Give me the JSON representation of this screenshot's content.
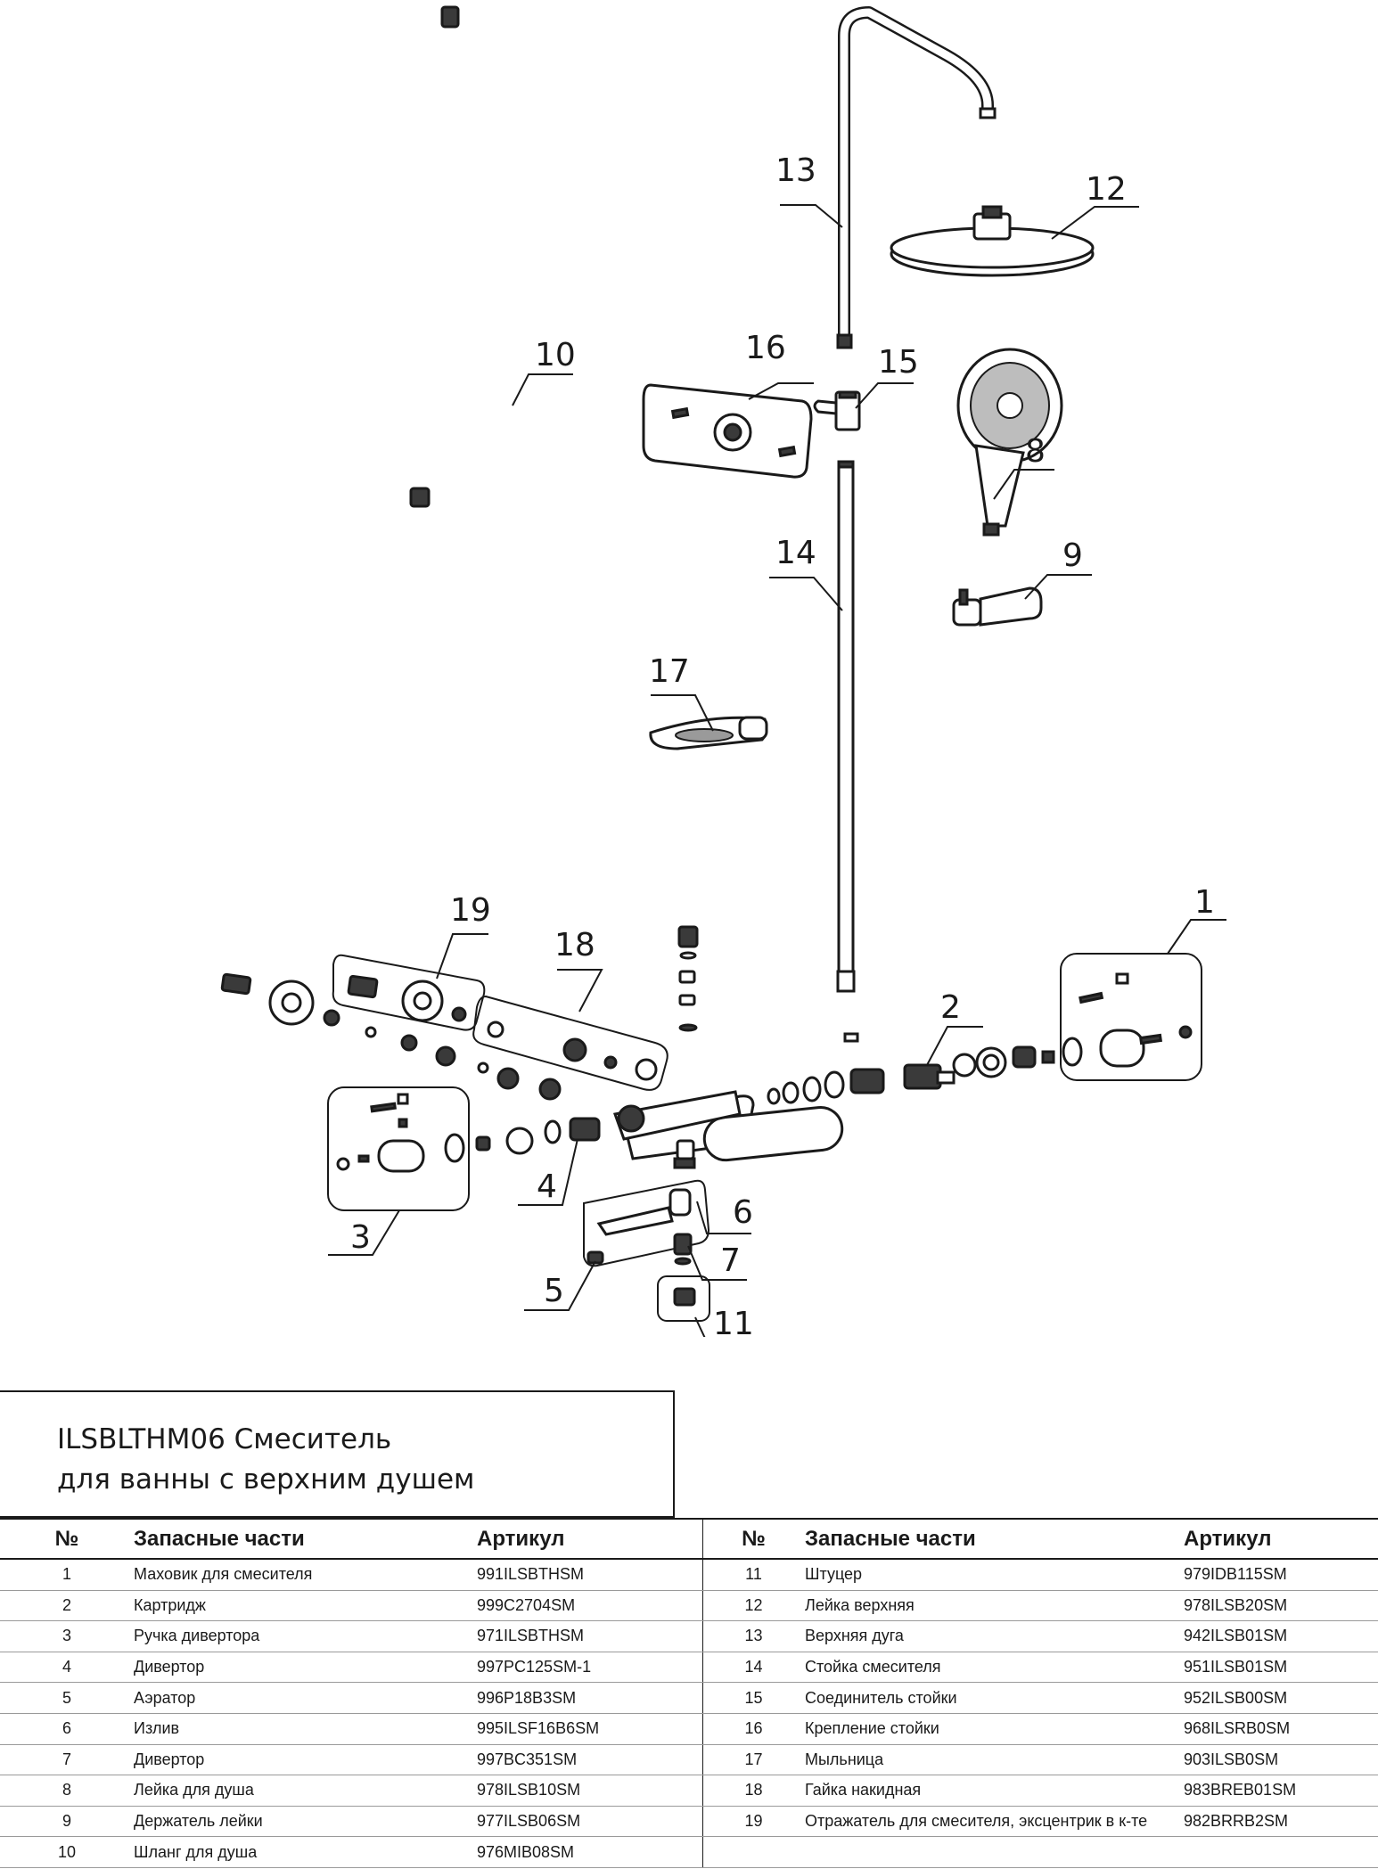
{
  "title": {
    "line1": "ILSBLTHM06 Смеситель",
    "line2": "для ванны с верхним душем"
  },
  "callouts": [
    "1",
    "2",
    "3",
    "4",
    "5",
    "6",
    "7",
    "8",
    "9",
    "10",
    "11",
    "12",
    "13",
    "14",
    "15",
    "16",
    "17",
    "18",
    "19"
  ],
  "table": {
    "headers": {
      "no": "№",
      "name": "Запасные части",
      "article": "Артикул"
    },
    "left": [
      {
        "no": "1",
        "name": "Маховик для смесителя",
        "article": "991ILSBTHSM"
      },
      {
        "no": "2",
        "name": "Картридж",
        "article": "999C2704SM"
      },
      {
        "no": "3",
        "name": "Ручка дивертора",
        "article": "971ILSBTHSM"
      },
      {
        "no": "4",
        "name": "Дивертор",
        "article": "997PC125SM-1"
      },
      {
        "no": "5",
        "name": "Аэратор",
        "article": "996P18B3SM"
      },
      {
        "no": "6",
        "name": "Излив",
        "article": "995ILSF16B6SM"
      },
      {
        "no": "7",
        "name": "Дивертор",
        "article": "997BC351SM"
      },
      {
        "no": "8",
        "name": "Лейка для душа",
        "article": "978ILSB10SM"
      },
      {
        "no": "9",
        "name": "Держатель лейки",
        "article": "977ILSB06SM"
      },
      {
        "no": "10",
        "name": "Шланг для душа",
        "article": "976MIB08SM"
      }
    ],
    "right": [
      {
        "no": "11",
        "name": "Штуцер",
        "article": "979IDB115SM"
      },
      {
        "no": "12",
        "name": "Лейка верхняя",
        "article": "978ILSB20SM"
      },
      {
        "no": "13",
        "name": "Верхняя дуга",
        "article": "942ILSB01SM"
      },
      {
        "no": "14",
        "name": "Стойка смесителя",
        "article": "951ILSB01SM"
      },
      {
        "no": "15",
        "name": "Соединитель стойки",
        "article": "952ILSB00SM"
      },
      {
        "no": "16",
        "name": "Крепление стойки",
        "article": "968ILSRB0SM"
      },
      {
        "no": "17",
        "name": "Мыльница",
        "article": "903ILSB0SM"
      },
      {
        "no": "18",
        "name": "Гайка накидная",
        "article": "983BREB01SM"
      },
      {
        "no": "19",
        "name": "Отражатель для смесителя, эксцентрик в к-те",
        "article": "982BRRB2SM"
      },
      {
        "no": "",
        "name": "",
        "article": ""
      }
    ]
  }
}
